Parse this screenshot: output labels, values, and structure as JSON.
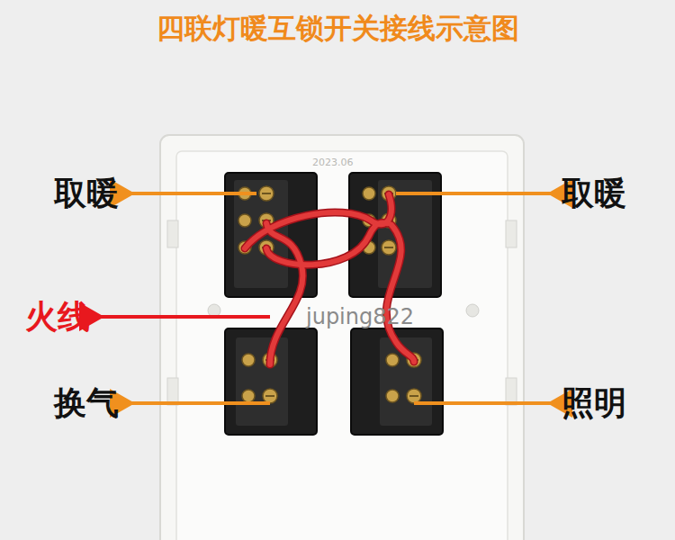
{
  "diagram": {
    "title": "四联灯暖互锁开关接线示意图",
    "labels": [
      "取暖",
      "取暖",
      "火线",
      "换气",
      "照明",
      "juping822",
      "2023.06"
    ]
  }
}
